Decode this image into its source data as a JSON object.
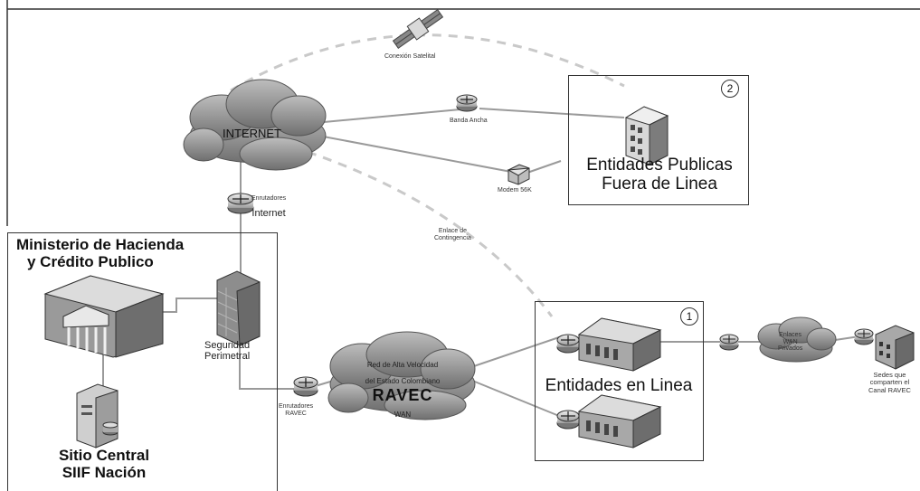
{
  "satellite_label": "Conexión Satelital",
  "internet": {
    "label": "INTERNET",
    "routers_label_line1": "Enrutadores",
    "routers_label_line2": "Internet"
  },
  "links": {
    "broadband": "Banda Ancha",
    "modem": "Modem 56K",
    "contingency_line1": "Enlace de",
    "contingency_line2": "Contingencia"
  },
  "offline_entities": {
    "badge": "2",
    "title_line1": "Entidades Publicas",
    "title_line2": "Fuera de Linea"
  },
  "ministry": {
    "title_line1": "Ministerio de Hacienda",
    "title_line2": "y Crédito Publico",
    "security_line1": "Seguridad",
    "security_line2": "Perimetral",
    "central_line1": "Sitio Central",
    "central_line2": "SIIF Nación"
  },
  "ravec": {
    "line1": "Red de Alta Velocidad",
    "line2": "del Estado Colombiano",
    "name": "RAVEC",
    "wan": "WAN",
    "routers_line1": "Enrutadores",
    "routers_line2": "RAVEC"
  },
  "online_entities": {
    "badge": "1",
    "title": "Entidades en Linea"
  },
  "private_wan": {
    "line1": "Enlaces",
    "line2": "WAN",
    "line3": "Privados"
  },
  "remote_sites": {
    "line1": "Sedes que",
    "line2": "comparten el",
    "line3": "Canal RAVEC"
  }
}
